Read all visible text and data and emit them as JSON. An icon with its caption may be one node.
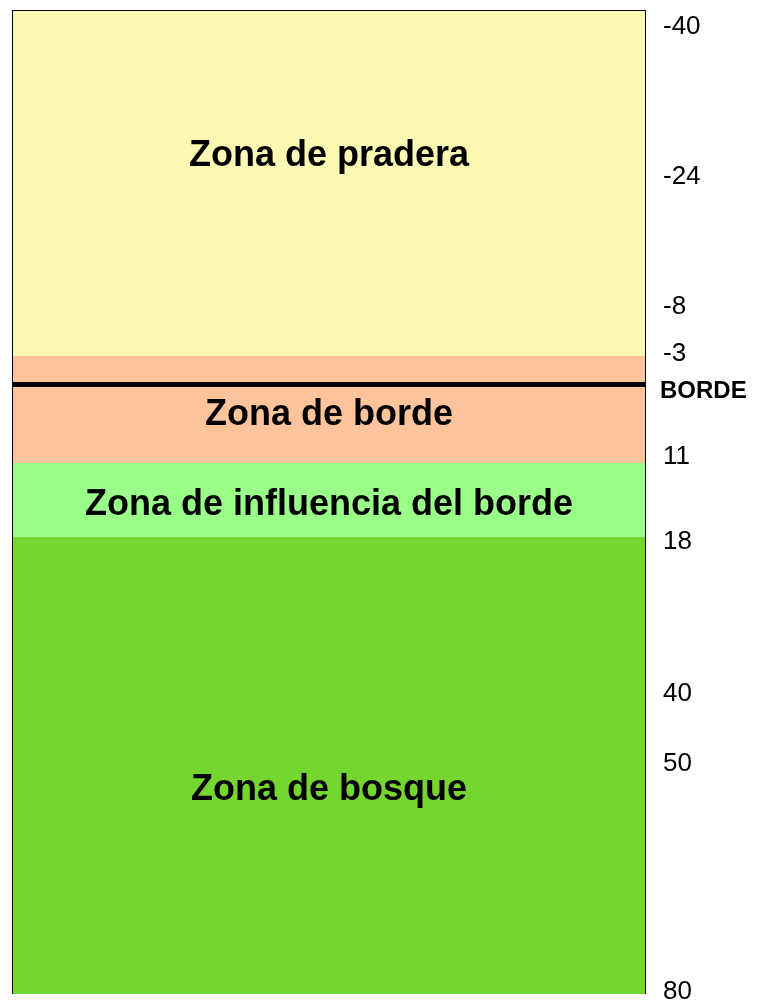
{
  "diagram": {
    "nodes": [
      {
        "text": [
          "Zona de pradera"
        ]
      },
      {
        "text": [
          "Zona de borde"
        ]
      },
      {
        "text": [
          "Zona de influencia del borde"
        ]
      },
      {
        "text": [
          "Zona de bosque"
        ]
      }
    ],
    "labels": [
      "-40",
      "-24",
      "-8",
      "-3",
      "BORDE",
      "11",
      "18",
      "40",
      "50",
      "80"
    ]
  }
}
